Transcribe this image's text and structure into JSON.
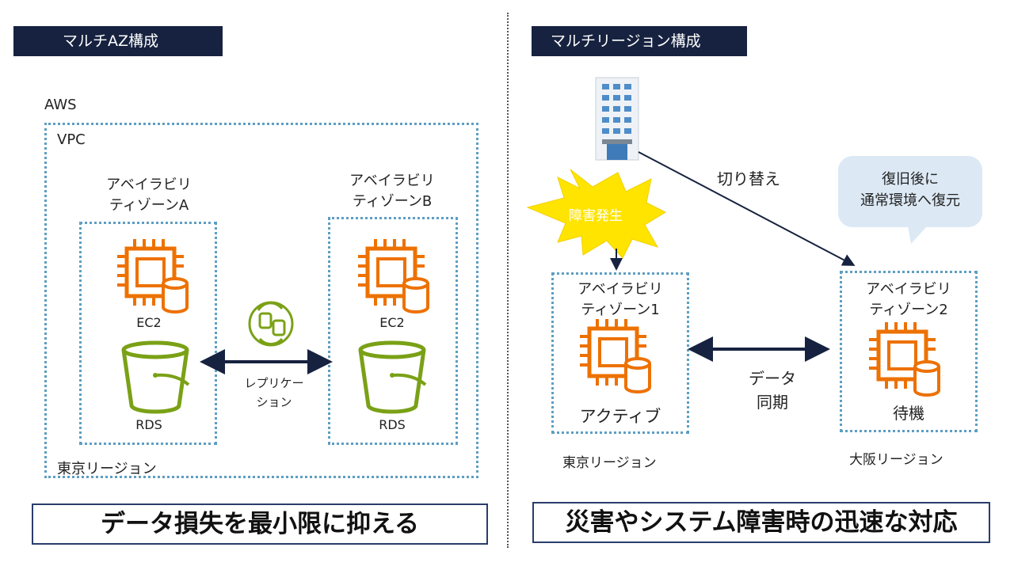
{
  "left": {
    "tag": "マルチAZ構成",
    "aws": "AWS",
    "vpc": "VPC",
    "az_a_line1": "アベイラビリ",
    "az_a_line2": "ティゾーンA",
    "az_b_line1": "アベイラビリ",
    "az_b_line2": "ティゾーンB",
    "ec2": "EC2",
    "rds": "RDS",
    "replication_line1": "レプリケー",
    "replication_line2": "ション",
    "region": "東京リージョン",
    "banner": "データ損失を最小限に抑える"
  },
  "right": {
    "tag": "マルチリージョン構成",
    "disaster": "障害発生",
    "switch": "切り替え",
    "bubble_line1": "復旧後に",
    "bubble_line2": "通常環境へ復元",
    "az1_line1": "アベイラビリ",
    "az1_line2": "ティゾーン1",
    "az2_line1": "アベイラビリ",
    "az2_line2": "ティゾーン2",
    "active": "アクティブ",
    "standby": "待機",
    "sync_line1": "データ",
    "sync_line2": "同期",
    "region_tokyo": "東京リージョン",
    "region_osaka": "大阪リージョン",
    "banner": "災害やシステム障害時の迅速な対応"
  },
  "colors": {
    "navy": "#16223f",
    "dotted": "#5d9ec2",
    "ec2_orange": "#ed7100",
    "rds_green": "#7aa116",
    "burst_yellow": "#ffe400",
    "arrow": "#16223f"
  }
}
